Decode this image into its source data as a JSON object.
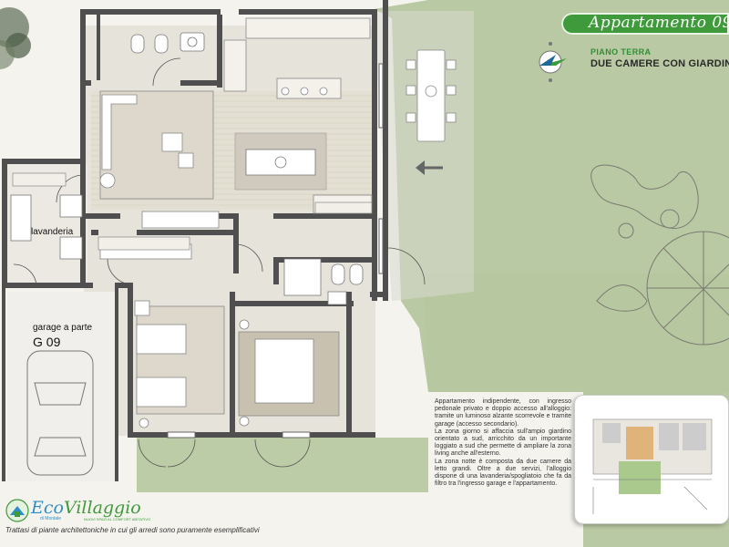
{
  "header": {
    "title": "Appartamento 09",
    "floor": "PIANO TERRA",
    "subtitle": "DUE CAMERE CON GIARDINO"
  },
  "rooms": {
    "laundry": "lavanderia",
    "garage_line1": "garage a parte",
    "garage_line2": "G 09"
  },
  "description": {
    "p1": "Appartamento indipendente, con ingresso pedonale privato e doppio accesso all'alloggio: tramite un luminoso alzante scorrevole e tramite garage (accesso secondario).",
    "p2": "La zona giorno si affaccia sull'ampio giardino orientato a sud, arricchito da un importante loggiato a sud che permette di ampliare la zona living anche all'esterno.",
    "p3": "La zona notte è composta da due camere da letto grandi. Oltre a due servizi, l'alloggio dispone di una lavanderia/spogliatoio che fa da filtro tra l'ingresso garage e l'appartamento."
  },
  "logo": {
    "name_part1": "Eco",
    "name_part2": "Villaggio",
    "place": "di Montale",
    "tagline": "NUOVI SPAZI AL COMFORT ABITATIVO"
  },
  "footer": {
    "note": "Trattasi di piante architettoniche in cui gli arredi sono puramente esemplificativi"
  },
  "colors": {
    "wall": "#4f4f4f",
    "floor": "#e5e2d8",
    "garden": "#b8c9a2",
    "accent": "#3e9a3a"
  }
}
